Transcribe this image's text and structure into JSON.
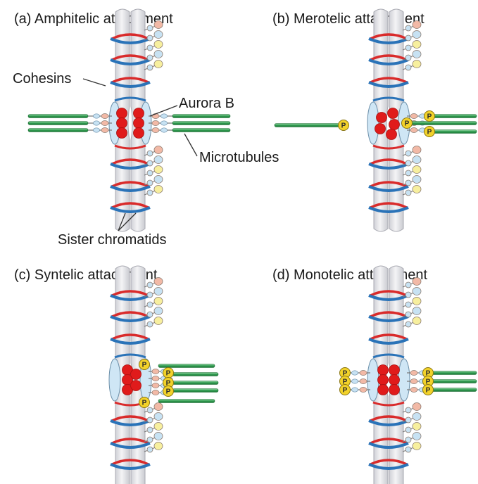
{
  "panels": [
    {
      "id": "a",
      "title": "(a)  Amphitelic attachment"
    },
    {
      "id": "b",
      "title": "(b)  Merotelic attachment"
    },
    {
      "id": "c",
      "title": "(c)  Syntelic attachment"
    },
    {
      "id": "d",
      "title": "(d)  Monotelic attachment"
    }
  ],
  "labels": {
    "cohesins": "Cohesins",
    "aurora_b": "Aurora B",
    "microtubules": "Microtubules",
    "sister_chromatids": "Sister chromatids"
  },
  "phospho_symbol": "P",
  "colors": {
    "chromatid": "#e6e6ea",
    "cohesin_ring": "#2a73b8",
    "cohesin_red": "#d92b2b",
    "aurora": "#e01b1b",
    "microtubule": "#3aa65a",
    "phospho": "#f2d22a",
    "kinetochore": "#cfe6f5",
    "ndc80_pink": "#f2b9a6",
    "ndc80_yellow": "#f7ef9e",
    "ndc80_blue": "#c7e2f3"
  }
}
